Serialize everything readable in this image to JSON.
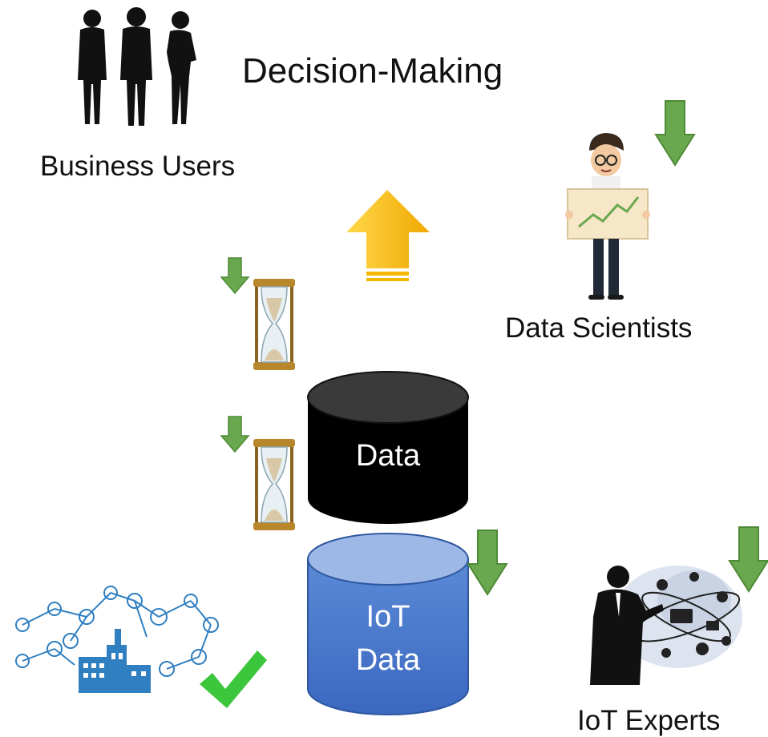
{
  "title": "Decision-Making",
  "roles": {
    "business_users": "Business Users",
    "data_scientists": "Data Scientists",
    "iot_experts": "IoT Experts"
  },
  "stores": {
    "data": "Data",
    "iot_data_line1": "IoT",
    "iot_data_line2": "Data"
  },
  "colors": {
    "green_arrow": "#6aa84f",
    "yellow_arrow": "#f5b800",
    "data_cylinder": "#000000",
    "iot_cylinder": "#4472c4",
    "iot_icon_blue": "#2f7fc1",
    "check_green": "#3cc63c",
    "hourglass_gold": "#b8862b"
  }
}
